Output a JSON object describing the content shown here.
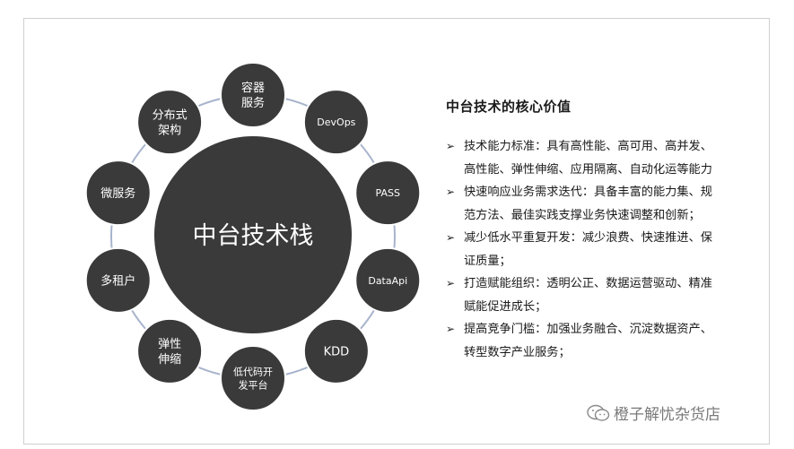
{
  "diagram": {
    "center_label": "中台技术栈",
    "nodes": [
      {
        "lines": [
          "容器",
          "服务"
        ]
      },
      {
        "lines": [
          "DevOps"
        ]
      },
      {
        "lines": [
          "PASS"
        ]
      },
      {
        "lines": [
          "DataApi"
        ]
      },
      {
        "lines": [
          "KDD"
        ]
      },
      {
        "lines": [
          "低代码开",
          "发平台"
        ]
      },
      {
        "lines": [
          "弹性",
          "伸缩"
        ]
      },
      {
        "lines": [
          "多租户"
        ]
      },
      {
        "lines": [
          "微服务"
        ]
      },
      {
        "lines": [
          "分布式",
          "架构"
        ]
      }
    ],
    "colors": {
      "node": "#3a3a3a",
      "ring": "#a8b4cc",
      "center": "#3a3a3a"
    }
  },
  "panel": {
    "title": "中台技术的核心价值",
    "bullets": [
      {
        "lines": [
          "技术能力标准：具有高性能、高可用、高并发、",
          "高性能、弹性伸缩、应用隔离、自动化运等能力"
        ]
      },
      {
        "lines": [
          "快速响应业务需求迭代：具备丰富的能力集、规",
          "范方法、最佳实践支撑业务快速调整和创新；"
        ]
      },
      {
        "lines": [
          "减少低水平重复开发：减少浪费、快速推进、保",
          "证质量；"
        ]
      },
      {
        "lines": [
          "打造赋能组织：透明公正、数据运营驱动、精准",
          "赋能促进成长；"
        ]
      },
      {
        "lines": [
          "提高竞争门槛：加强业务融合、沉淀数据资产、",
          "转型数字产业服务；"
        ]
      }
    ]
  },
  "watermark": {
    "text": "橙子解忧杂货店",
    "icon": "wechat-icon"
  }
}
